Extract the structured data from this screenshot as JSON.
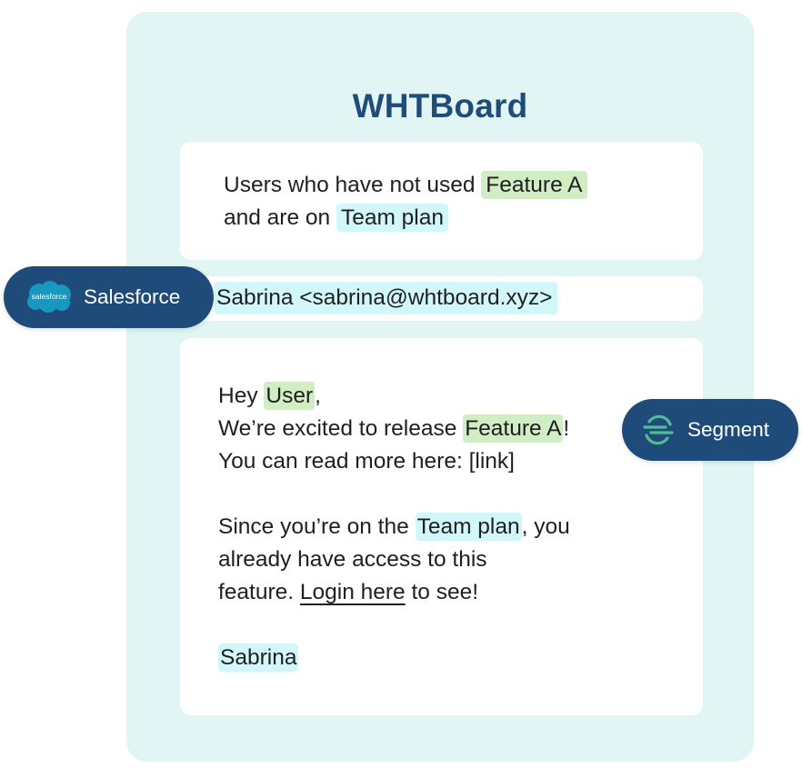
{
  "app": {
    "title": "WHTBoard"
  },
  "segment_card": {
    "line1_prefix": "Users who have not used ",
    "feature": "Feature A",
    "line2_prefix": "and are on ",
    "plan": "Team plan"
  },
  "sender": {
    "value": "Sabrina <sabrina@whtboard.xyz>"
  },
  "message": {
    "greeting": "Hey ",
    "user_token": "User",
    "greeting_suffix": ",",
    "release_prefix": "We’re excited to release ",
    "release_feature": "Feature A",
    "release_suffix": "!",
    "read_more": "You can read more here: [link]",
    "plan_prefix": "Since you’re on the ",
    "plan_token": "Team plan",
    "plan_suffix": ", you",
    "access_line": "already have access to this",
    "feature_prefix": "feature. ",
    "login_link": "Login here",
    "feature_suffix": " to see!",
    "signature": "Sabrina"
  },
  "integrations": {
    "salesforce": {
      "label": "Salesforce",
      "logo_text": "salesforce",
      "icon": "salesforce-cloud-icon"
    },
    "segment": {
      "label": "Segment",
      "icon": "segment-icon"
    }
  },
  "colors": {
    "panel_bg": "#e1f6f4",
    "title": "#1f4c7a",
    "pill_bg": "#1e4b79",
    "highlight_green": "#d0edc4",
    "highlight_cyan": "#d2f7fb",
    "salesforce_blue": "#1798c1",
    "segment_green": "#52bd95"
  }
}
